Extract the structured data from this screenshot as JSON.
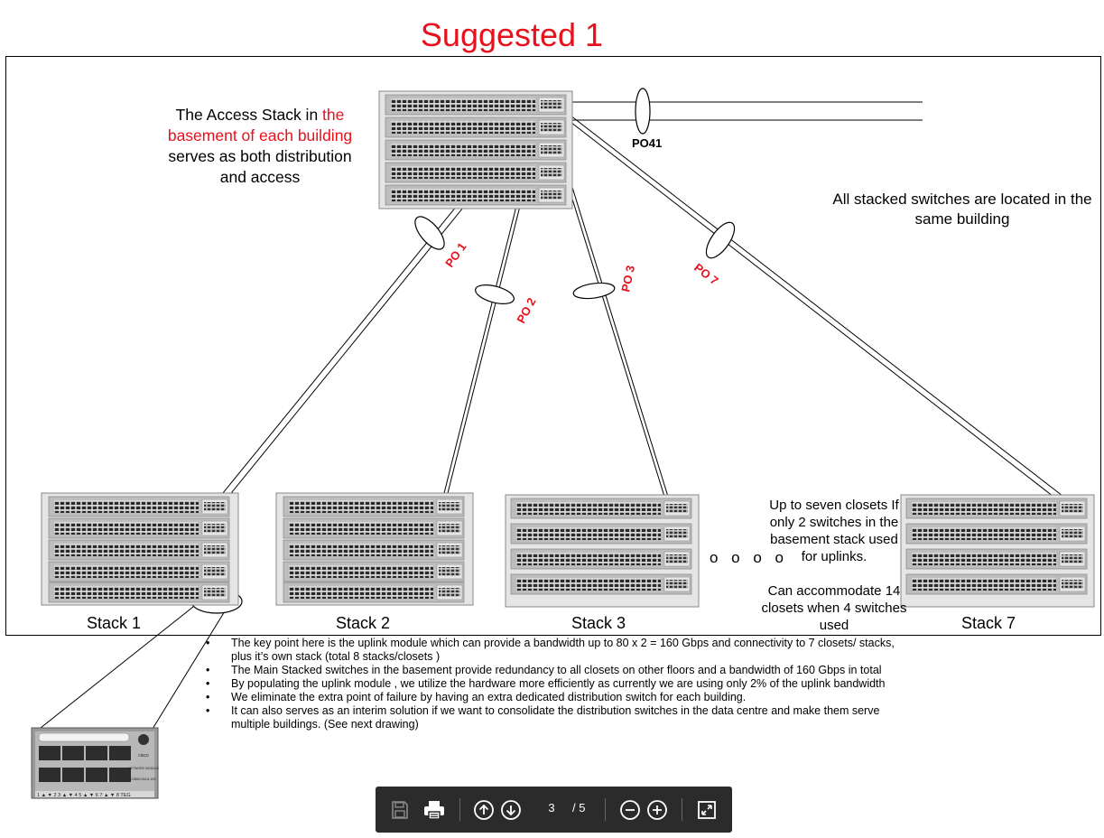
{
  "title": "Suggested 1",
  "access_note": {
    "part1": "The Access Stack in ",
    "part2_red": "the basement of each building",
    "part3": " serves as both distribution and access"
  },
  "building_note": "All stacked switches are located in the same building",
  "closet_note_1": "Up to seven closets If only 2 switches in the basement stack used for uplinks.",
  "closet_note_2": "Can accommodate 14 closets when 4 switches used",
  "links": {
    "po41": "PO41",
    "po1": "PO 1",
    "po2": "PO 2",
    "po3": "PO 3",
    "po7": "PO 7"
  },
  "stacks": {
    "s1": "Stack 1",
    "s2": "Stack 2",
    "s3": "Stack 3",
    "s7": "Stack 7"
  },
  "dots": "o o o o",
  "bullets": [
    "The key point here is the uplink module which can provide a bandwidth up to 80 x 2 = 160 Gbps and connectivity to 7 closets/ stacks, plus it’s own stack (total 8 stacks/closets )",
    "The Main Stacked switches in the basement provide redundancy to all closets on other floors and a bandwidth of 160 Gbps in total",
    "By populating the uplink module , we utilize the hardware more efficiently as currently we are using only 2% of  the uplink bandwidth",
    "We eliminate the extra point of failure by having an extra dedicated distribution switch for each building.",
    "It can also serves as an interim solution if we want to consolidate the distribution switches in the data centre and make them serve multiple buildings.  (See next drawing)"
  ],
  "module": {
    "brand": "cisco",
    "text1": "NETWORK MODULE",
    "text2": "C3850-NM-8-10G",
    "port_labels": "1 ▲  ▼ 2  3 ▲  ▼ 4  5 ▲  ▼ 6  7 ▲  ▼ 8   TEG"
  },
  "toolbar": {
    "page_current": "3",
    "page_total": "/ 5",
    "icons": [
      "save-icon",
      "print-icon",
      "arrow-up-icon",
      "arrow-down-icon",
      "zoom-out-icon",
      "zoom-in-icon",
      "fit-page-icon"
    ]
  },
  "colors": {
    "accent_red": "#e8101a",
    "toolbar_bg": "#2b2b2b"
  }
}
